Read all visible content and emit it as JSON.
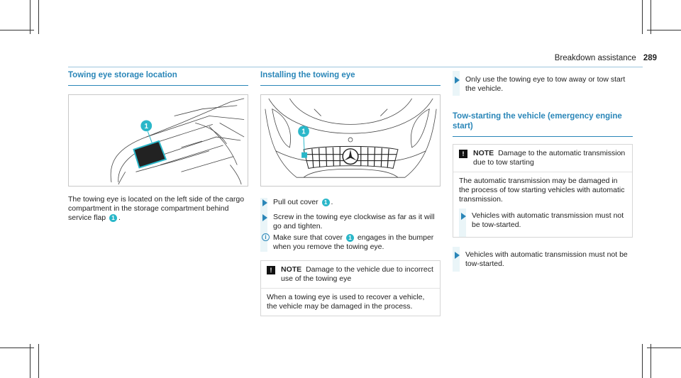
{
  "header": {
    "section": "Breakdown assistance",
    "page": "289"
  },
  "col1": {
    "heading": "Towing eye storage location",
    "figure_marker": "1",
    "text_before": "The towing eye is located on the left side of the cargo compartment in the storage compartment behind service flap",
    "text_marker": "1",
    "text_after": "."
  },
  "col2": {
    "heading": "Installing the towing eye",
    "figure_marker": "1",
    "step1_before": "Pull out cover",
    "step1_marker": "1",
    "step1_after": ".",
    "step2": "Screw in the towing eye clockwise as far as it will go and tighten.",
    "info_before": "Make sure that cover",
    "info_marker": "1",
    "info_after": "engages in the bumper when you remove the towing eye.",
    "note": {
      "label": "NOTE",
      "title": "Damage to the vehicle due to incorrect use of the towing eye",
      "body": "When a towing eye is used to recover a vehicle, the vehicle may be damaged in the process."
    }
  },
  "col3": {
    "step_top": "Only use the towing eye to tow away or tow start the vehicle.",
    "heading": "Tow-starting the vehicle (emergency engine start)",
    "note": {
      "label": "NOTE",
      "title": "Damage to the automatic transmission due to tow starting",
      "body": "The automatic transmission may be damaged in the process of tow starting vehicles with automatic transmission.",
      "step": "Vehicles with automatic transmission must not be tow-started."
    },
    "step_bottom": "Vehicles with automatic transmission must not be tow-started."
  },
  "colors": {
    "accent": "#2a86b8",
    "marker": "#2ab7c9"
  }
}
